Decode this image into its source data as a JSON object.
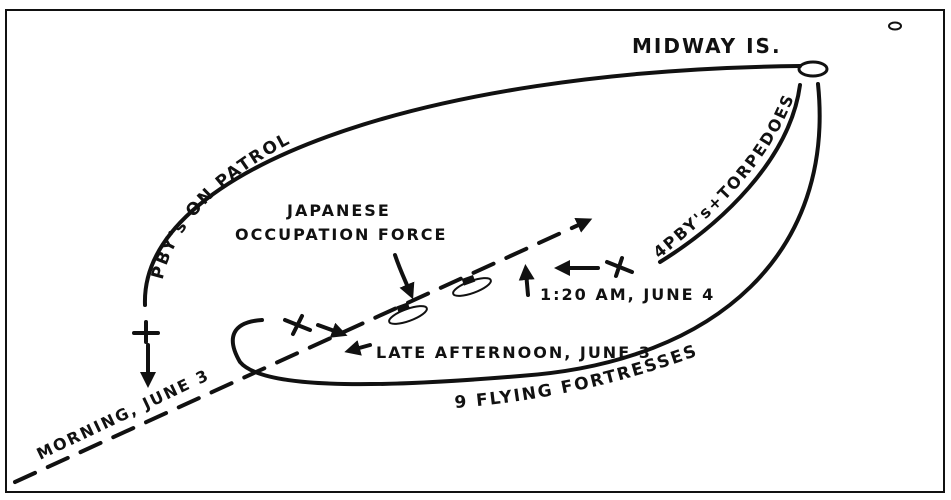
{
  "labels": {
    "midway": "MIDWAY IS.",
    "patrol": "PBY's ON PATROL",
    "force_line1": "JAPANESE",
    "force_line2": "OCCUPATION FORCE",
    "torpedoes": "4PBY's+TORPEDOES",
    "time_june4": "1:20 AM, JUNE 4",
    "late_afternoon": "LATE AFTERNOON, JUNE 3",
    "morning": "MORNING, JUNE 3",
    "fortresses": "9 FLYING FORTRESSES"
  },
  "colors": {
    "ink": "#111111",
    "paper": "#ffffff"
  }
}
